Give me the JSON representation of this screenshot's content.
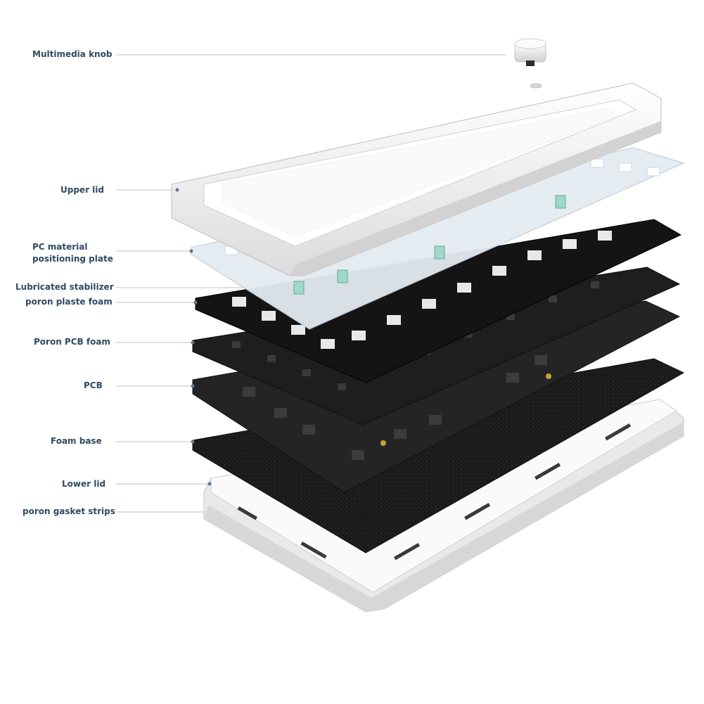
{
  "labels": {
    "multimedia_knob": "Multimedia knob",
    "upper_lid": "Upper lid",
    "pc_plate_line1": "PC material",
    "pc_plate_line2": "positioning plate",
    "lubricated_stabilizer": "Lubricated stabilizer",
    "poron_plaste_foam": "poron plaste foam",
    "poron_pcb_foam": "Poron PCB foam",
    "pcb": "PCB",
    "foam_base": "Foam base",
    "lower_lid": "Lower lid",
    "poron_gasket_strips": "poron gasket strips"
  },
  "colors": {
    "label_text": "#2f4a62",
    "leader_line": "#b8c4cf",
    "leader_dot": "#5f7891",
    "case_white": "#f4f4f4",
    "case_shadow": "#c9c9c9",
    "plate_translucent": "#e4ebf1",
    "foam_black": "#181818",
    "pcb_black": "#202020",
    "stabilizer_mint": "#9fd8c8"
  }
}
